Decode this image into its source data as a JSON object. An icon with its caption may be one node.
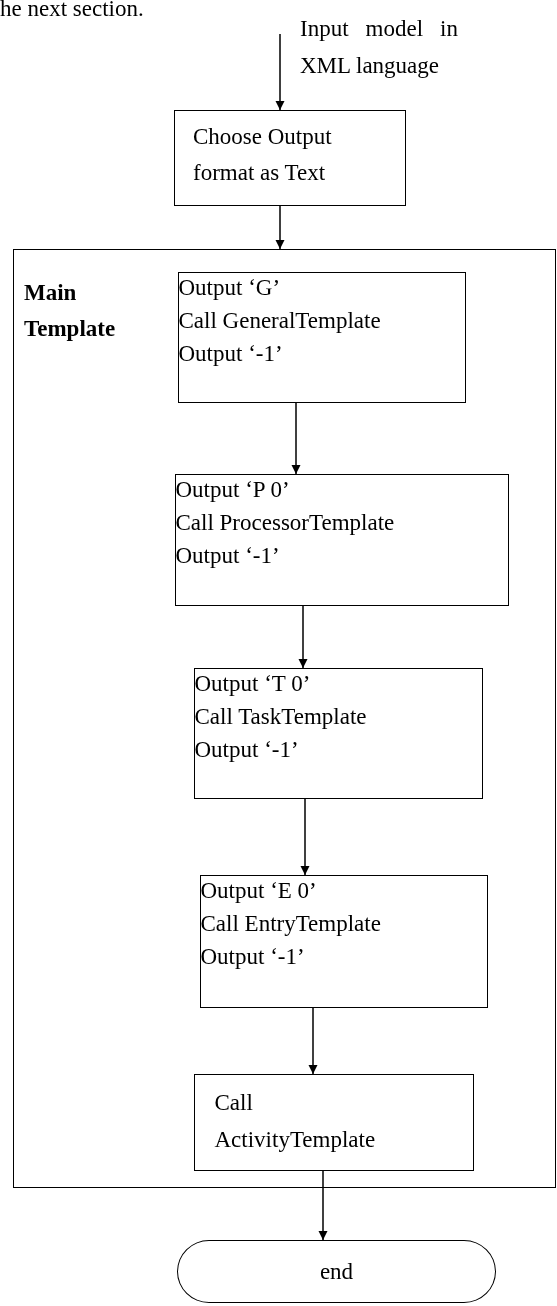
{
  "diagram": {
    "nodes": [
      {
        "text": [
          "Choose Output format as Text"
        ]
      },
      {
        "text": [
          "Main Template"
        ]
      },
      {
        "text": [
          "Output ‘G’",
          "Call GeneralTemplate",
          "Output ‘-1’"
        ],
        "in": 1
      },
      {
        "text": [
          "Output ‘P 0’",
          "Call ProcessorTemplate",
          "Output ‘-1’"
        ],
        "in": 1
      },
      {
        "text": [
          "Output ‘T 0’",
          "Call TaskTemplate",
          "Output ‘-1’"
        ],
        "in": 1
      },
      {
        "text": [
          "Output ‘E 0’",
          "Call EntryTemplate",
          "Output ‘-1’"
        ],
        "in": 1
      },
      {
        "text": [
          "Call ActivityTemplate"
        ],
        "in": 1
      },
      {
        "text": [
          "end"
        ]
      }
    ],
    "edges": [
      {
        "from": null,
        "to": 0,
        "arrow": "to",
        "label": "Input model in XML language"
      },
      {
        "from": 0,
        "to": 1,
        "arrow": "to"
      },
      {
        "from": 2,
        "to": 3,
        "arrow": "to"
      },
      {
        "from": 3,
        "to": 4,
        "arrow": "to"
      },
      {
        "from": 4,
        "to": 5,
        "arrow": "to"
      },
      {
        "from": 5,
        "to": 6,
        "arrow": "to"
      },
      {
        "from": 6,
        "to": 7,
        "arrow": "to"
      }
    ],
    "labels": [
      "he next section."
    ]
  }
}
